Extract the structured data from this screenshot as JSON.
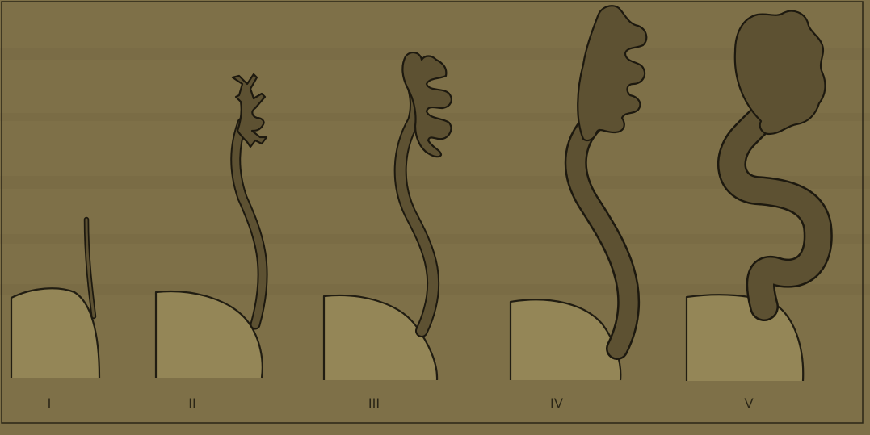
{
  "stages": [
    {
      "label": "I"
    },
    {
      "label": "II"
    },
    {
      "label": "III"
    },
    {
      "label": "IV"
    },
    {
      "label": "V"
    }
  ],
  "colors": {
    "background": "#7e7048",
    "bladder": "#948657",
    "bud": "#5d5132",
    "outline": "#1d190f"
  }
}
